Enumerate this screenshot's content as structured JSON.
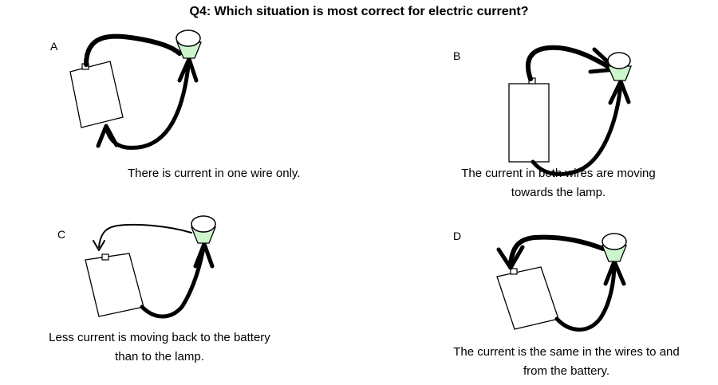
{
  "question": "Q4: Which situation is most correct for electric current?",
  "options": [
    {
      "letter": "A",
      "caption_lines": [
        "There is current in one wire only."
      ]
    },
    {
      "letter": "B",
      "caption_lines": [
        "The current in both wires are moving",
        "towards the lamp."
      ]
    },
    {
      "letter": "C",
      "caption_lines": [
        "Less current is moving back to the battery",
        "than to the lamp."
      ]
    },
    {
      "letter": "D",
      "caption_lines": [
        "The current is the same in the wires to and",
        "from the battery."
      ]
    }
  ],
  "colors": {
    "lamp_base": "#ccf5cc",
    "stroke": "#000000"
  }
}
